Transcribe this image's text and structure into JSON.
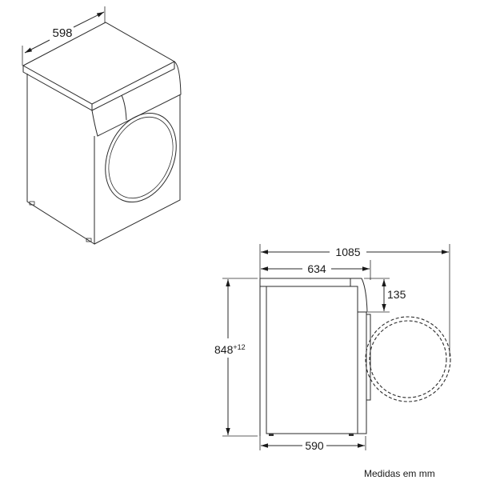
{
  "isometric_view": {
    "width_label": "598"
  },
  "side_view": {
    "depth_door_open_label": "1085",
    "depth_top_label": "634",
    "panel_height_label": "135",
    "height_label": "848",
    "height_tolerance_label": "+12",
    "depth_base_label": "590"
  },
  "units_note": "Medidas em mm"
}
